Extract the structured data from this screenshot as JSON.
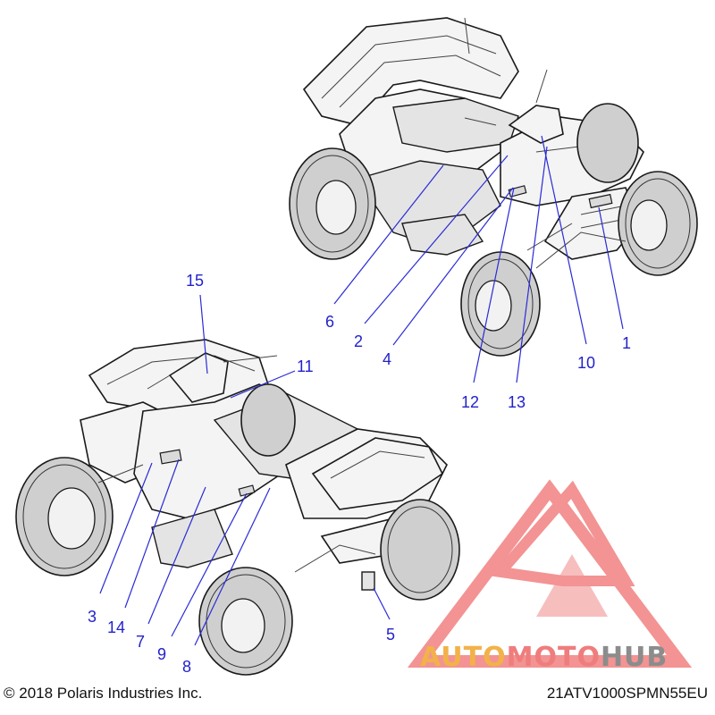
{
  "callouts": [
    "1",
    "2",
    "3",
    "4",
    "5",
    "6",
    "7",
    "8",
    "9",
    "10",
    "11",
    "12",
    "13",
    "14",
    "15"
  ],
  "footer": {
    "copyright": "© 2018 Polaris Industries Inc.",
    "part_code": "21ATV1000SPMN55EU"
  },
  "watermark": {
    "part_a": "AUTO",
    "part_b": "MOTO",
    "part_c": "HUB",
    "colors": {
      "auto": "#f2b24a",
      "moto": "#ef7d7d",
      "hub": "#8c8c8c",
      "logo": "#ef6f6f"
    }
  },
  "colors": {
    "callout": "#2222cc",
    "line": "#1a1a1a"
  }
}
